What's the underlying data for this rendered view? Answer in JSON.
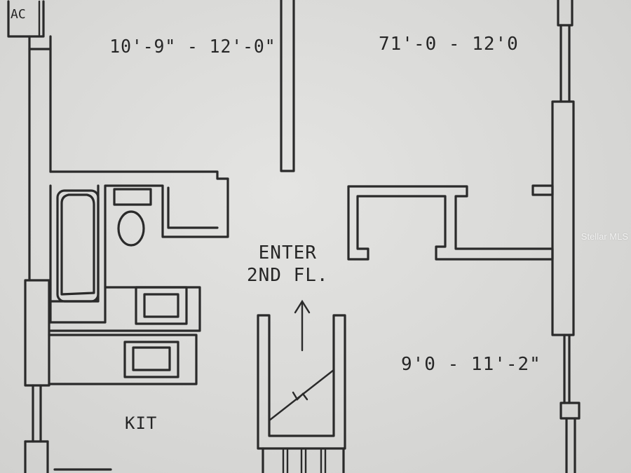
{
  "rooms": {
    "bedroom_one_dims": "10'-9\" - 12'-0\"",
    "bedroom_two_dims": "71'-0 - 12'0",
    "living_dims": "9'0 - 11'-2\"",
    "kitchen_label": "KIT",
    "ac_label": "AC"
  },
  "entry": {
    "line1": "ENTER",
    "line2": "2ND FL."
  },
  "watermark": "Stellar MLS",
  "colors": {
    "paper": "#d8d8d6",
    "ink": "#2a2a2a"
  }
}
